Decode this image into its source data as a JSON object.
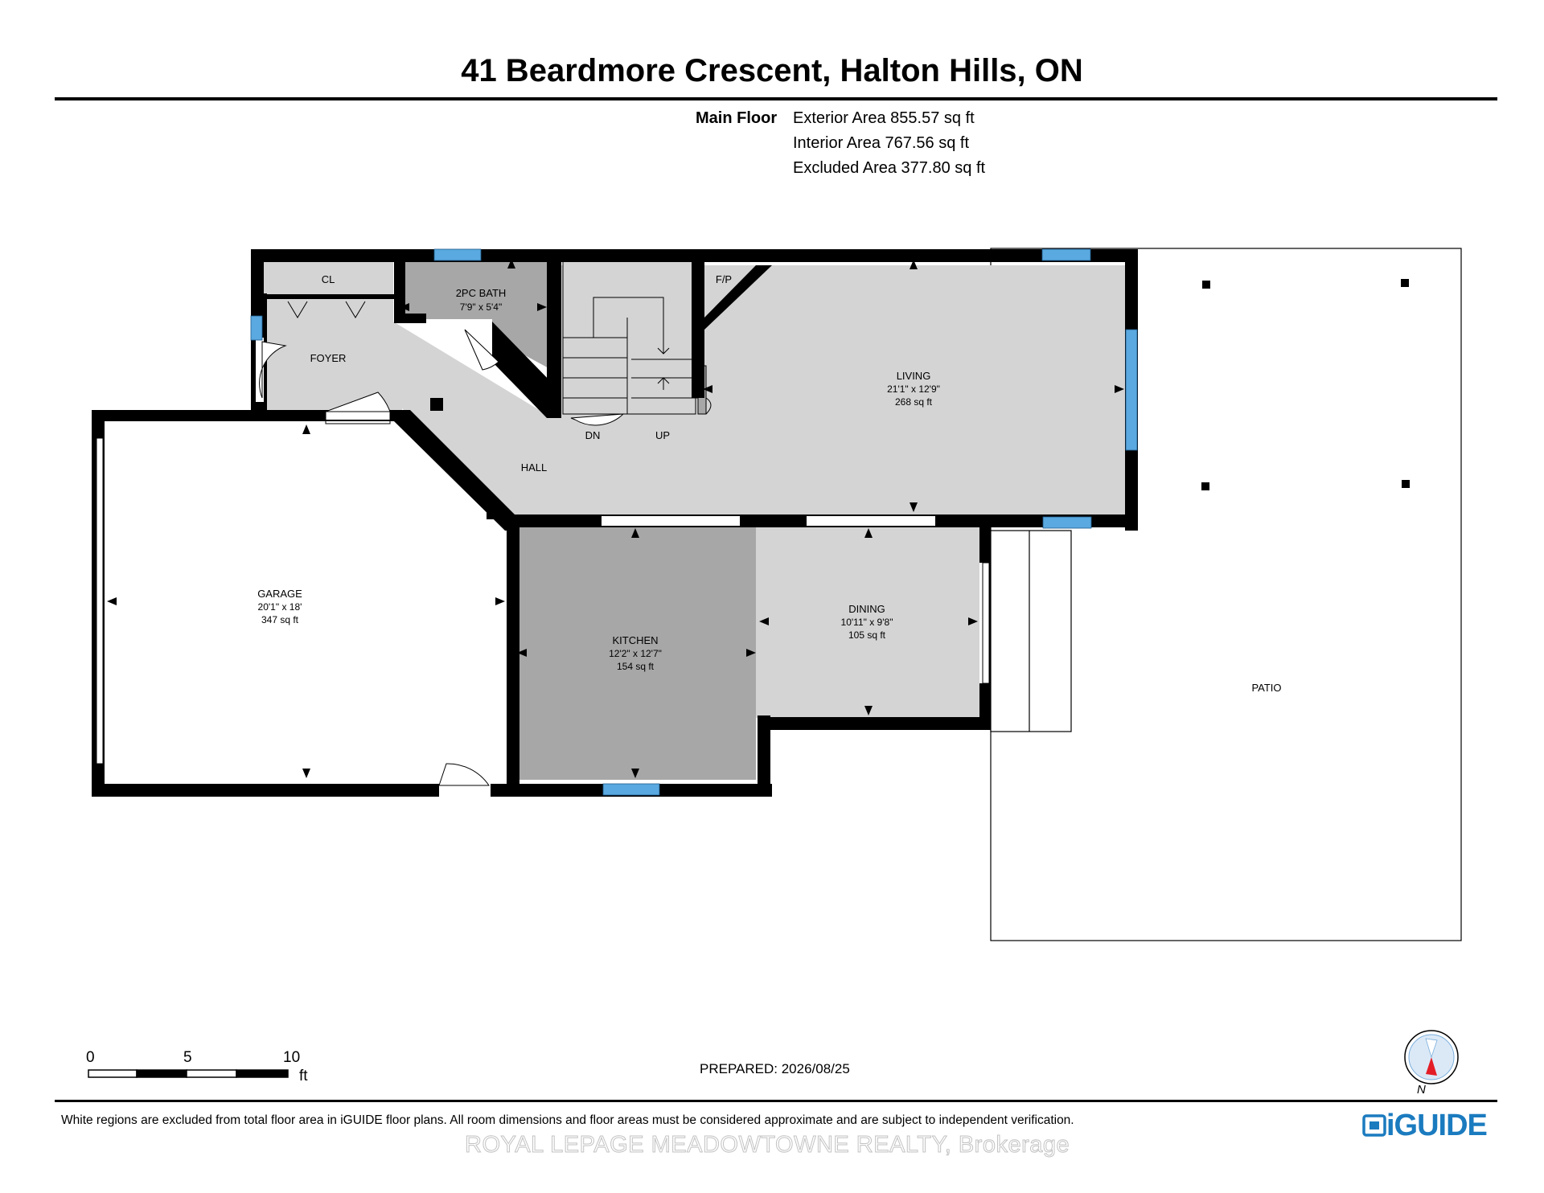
{
  "header": {
    "title": "41 Beardmore Crescent, Halton Hills, ON",
    "floor_label": "Main Floor",
    "exterior_area": "Exterior Area 855.57 sq ft",
    "interior_area": "Interior Area 767.56 sq ft",
    "excluded_area": "Excluded Area 377.80 sq ft"
  },
  "rooms": {
    "closet": {
      "name": "CL"
    },
    "bath": {
      "name": "2PC BATH",
      "dims": "7'9\" x 5'4\""
    },
    "foyer": {
      "name": "FOYER"
    },
    "fireplace": {
      "name": "F/P"
    },
    "living": {
      "name": "LIVING",
      "dims": "21'1\" x 12'9\"",
      "area": "268 sq ft"
    },
    "hall": {
      "name": "HALL"
    },
    "stairs_down": {
      "name": "DN"
    },
    "stairs_up": {
      "name": "UP"
    },
    "garage": {
      "name": "GARAGE",
      "dims": "20'1\" x 18'",
      "area": "347 sq ft"
    },
    "kitchen": {
      "name": "KITCHEN",
      "dims": "12'2\" x 12'7\"",
      "area": "154 sq ft"
    },
    "dining": {
      "name": "DINING",
      "dims": "10'11\" x 9'8\"",
      "area": "105 sq ft"
    },
    "patio": {
      "name": "PATIO"
    }
  },
  "scale_bar": {
    "label_0": "0",
    "label_5": "5",
    "label_10": "10",
    "unit": "ft"
  },
  "prepared": "PREPARED: 2026/08/25",
  "compass": {
    "label": "N",
    "icon": "compass-icon"
  },
  "disclaimer": "White regions are excluded from total floor area in iGUIDE floor plans. All room dimensions and floor areas must be considered approximate and are subject to independent verification.",
  "watermark": "ROYAL LEPAGE MEADOWTOWNE REALTY, Brokerage",
  "logo": {
    "text": "iGUIDE",
    "icon": "iguide-logo-icon"
  },
  "colors": {
    "room_light": "#d4d4d4",
    "room_dark": "#a7a7a7",
    "wall": "#000000",
    "window": "#5aa9e0",
    "brand": "#1b7bbf",
    "compass_needle": "#e41e26"
  }
}
